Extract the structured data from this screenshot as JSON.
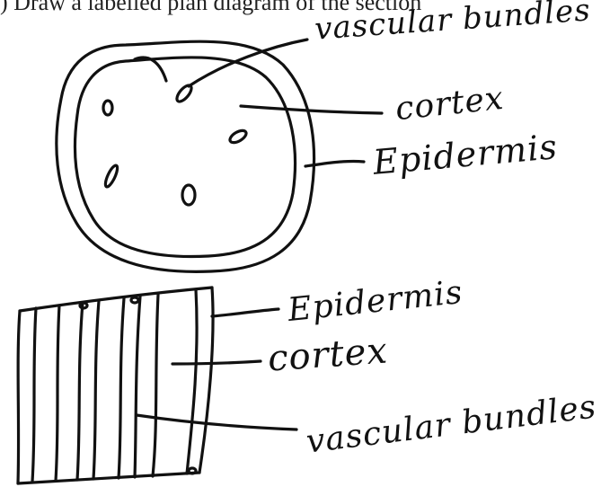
{
  "heading_fragment": ") Draw a labelled plan diagram of the section",
  "cross_section": {
    "labels": {
      "vascular": "vascular bundles",
      "cortex": "cortex",
      "epidermis": "Epidermis"
    }
  },
  "longitudinal_section": {
    "labels": {
      "epidermis": "Epidermis",
      "cortex": "cortex",
      "vascular": "vascular bundles"
    }
  }
}
